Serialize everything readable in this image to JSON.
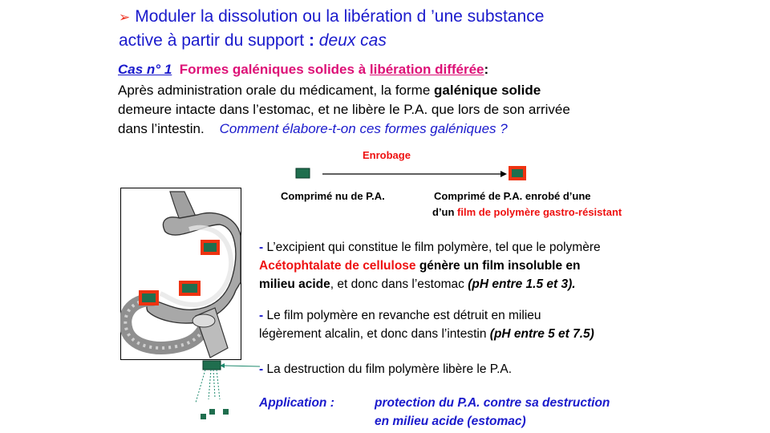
{
  "title": {
    "bullet": "➢",
    "line1": "Moduler la dissolution ou la libération d ’une substance",
    "line2_start": "active à partir du support",
    "line2_colon": " : ",
    "line2_italic": "deux cas"
  },
  "cas": {
    "label": "Cas n° 1",
    "heading_part1": "Formes galéniques solides à ",
    "heading_part2": "libération différée",
    "heading_colon": ":"
  },
  "intro": {
    "l1_a": "Après administration  orale du médicament, la forme ",
    "l1_b": "galénique solide",
    "l2": "demeure intacte dans l’estomac, et ne libère le P.A. que lors de son arrivée",
    "l3_a": "dans l’intestin.",
    "l3_question": "Comment élabore-t-on ces formes galéniques ?"
  },
  "diagram": {
    "enrobage": "Enrobage",
    "label_nu": "Comprimé nu de P.A.",
    "label_enrobe_1": "Comprimé de P.A. enrobé d’une",
    "label_enrobe_2a": "d’un ",
    "label_enrobe_2b": "film de polymère gastro-résistant",
    "tablet_color": "#1f6e4e",
    "coating_color": "#ee3311"
  },
  "bullets": {
    "dash": "-",
    "b1_l1": " L’excipient qui constitue le film polymère, tel que le polymère",
    "b1_l2_red": "Acétophtalate de cellulose",
    "b1_l2_rest": " génère un film  insoluble en",
    "b1_l3_bold": "milieu acide",
    "b1_l3_rest": ", et donc dans l’estomac ",
    "b1_l3_italic": "(pH entre 1.5 et 3).",
    "b2_l1": " Le film polymère en revanche est détruit en milieu",
    "b2_l2": "légèrement alcalin, et donc dans l’intestin ",
    "b2_l2_italic": "(pH entre 5 et 7.5)",
    "b3": " La destruction du film polymère libère le P.A."
  },
  "application": {
    "label": "Application :",
    "line1": "protection du P.A. contre sa destruction",
    "line2": "en milieu acide (estomac)"
  }
}
